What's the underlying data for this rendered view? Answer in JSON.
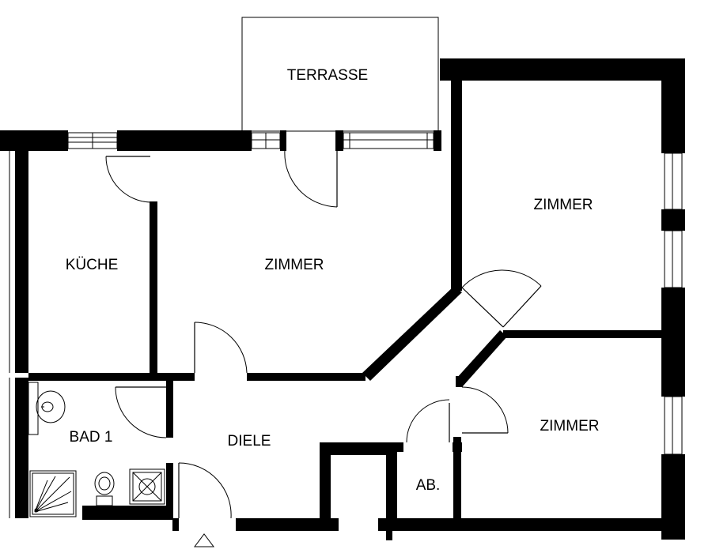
{
  "rooms": {
    "terrasse": "TERRASSE",
    "kueche": "KÜCHE",
    "zimmer_center": "ZIMMER",
    "zimmer_upper_right": "ZIMMER",
    "zimmer_lower_right": "ZIMMER",
    "bad": "BAD 1",
    "diele": "DIELE",
    "abstellraum": "AB."
  },
  "colors": {
    "wall": "#000000",
    "background": "#ffffff"
  },
  "icons": {
    "entrance": "entrance-triangle-icon",
    "shower": "shower-tray-icon",
    "toilet": "toilet-icon",
    "washbasin": "washbasin-icon",
    "floor_drain": "floor-drain-icon"
  }
}
